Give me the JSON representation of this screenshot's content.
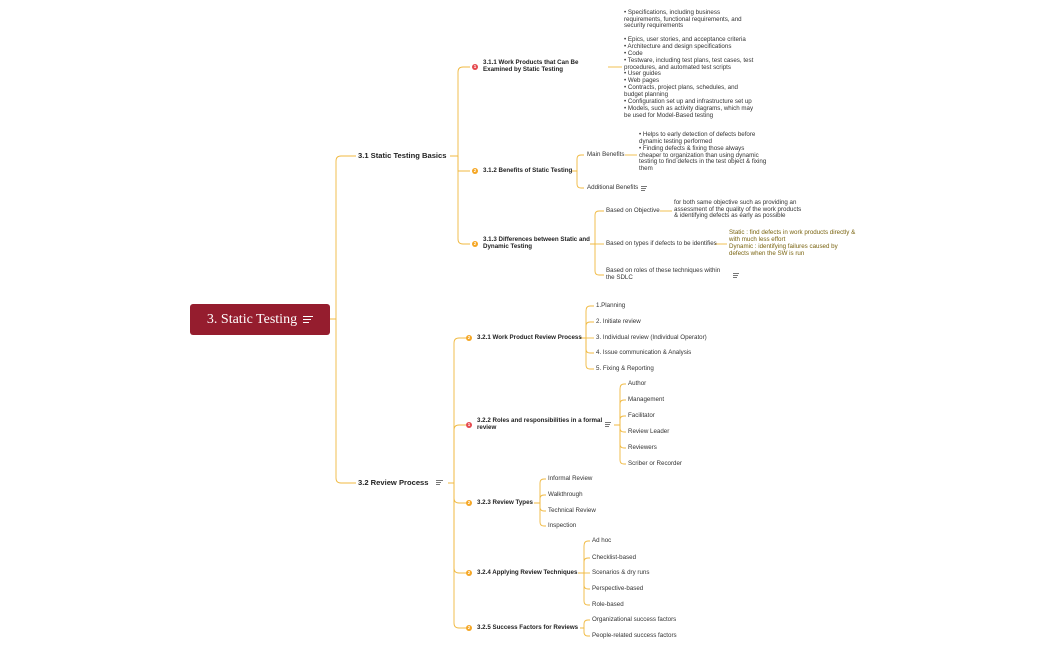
{
  "root": {
    "title": "3. Static Testing"
  },
  "sections": [
    {
      "title": "3.1 Static Testing Basics",
      "subs": [
        {
          "title": "3.1.1 Work Products that Can Be Examined by Static Testing",
          "priority": "1",
          "details": [
            "• Specifications, including business requirements, functional requirements, and security requirements",
            "• Epics, user stories, and acceptance criteria",
            "• Architecture and design specifications",
            "• Code",
            "• Testware, including test plans, test cases, test procedures, and automated test scripts",
            "• User guides",
            "• Web pages",
            "• Contracts, project plans, schedules, and budget planning",
            "• Configuration set up and infrastructure set up",
            "• Models, such as activity diagrams, which may be used for Model-Based testing"
          ]
        },
        {
          "title": "3.1.2 Benefits of Static Testing",
          "priority": "2",
          "items": [
            {
              "label": "Main Benefits",
              "details": [
                "• Helps to early detection of defects before dynamic testing performed",
                "•  Finding defects & fixing those always cheaper to organization than using dynamic testing to find defects in the test object & fixing them"
              ]
            },
            {
              "label": "Additional Benefits"
            }
          ]
        },
        {
          "title": "3.1.3 Differences between Static and Dynamic Testing",
          "priority": "2",
          "items": [
            {
              "label": "Based on Objective",
              "detail": "for both same objective such as providing an assessment of the quality of the work products & identifying defects as early as possible"
            },
            {
              "label": "Based on types if defects to be identifies",
              "detail_lines": [
                "Static : find defects in work products directly & with much less effort",
                "Dynamic : identifying failures caused by defects when the SW is run"
              ]
            },
            {
              "label": "Based on roles of these techniques within the SDLC"
            }
          ]
        }
      ]
    },
    {
      "title": "3.2 Review Process",
      "subs": [
        {
          "title": "3.2.1 Work Product Review Process",
          "priority": "2",
          "items": [
            "1.Planning",
            "2. Initiate review",
            "3. Individual review (Individual Operator)",
            "4. Issue communication & Analysis",
            "5. Fixing & Reporting"
          ]
        },
        {
          "title": "3.2.2 Roles and responsibilities in a formal review",
          "priority": "1",
          "items": [
            "Author",
            "Management",
            "Facilitator",
            "Review Leader",
            "Reviewers",
            "Scriber or Recorder"
          ]
        },
        {
          "title": "3.2.3 Review Types",
          "priority": "2",
          "items": [
            "Informal Review",
            "Walkthrough",
            "Technical Review",
            "Inspection"
          ]
        },
        {
          "title": "3.2.4 Applying Review Techniques",
          "priority": "2",
          "items": [
            "Ad hoc",
            "Checklist-based",
            "Scenarios & dry runs",
            "Perspective-based",
            "Role-based"
          ]
        },
        {
          "title": "3.2.5 Success Factors for Reviews",
          "priority": "2",
          "items": [
            "Organizational success factors",
            "People-related success factors"
          ]
        }
      ]
    }
  ],
  "colors": {
    "root_bg": "#951d2e",
    "line": "#f0b940",
    "badge_high": "#e5484d",
    "badge_mid": "#f5a623",
    "note_text": "#7a6410"
  }
}
